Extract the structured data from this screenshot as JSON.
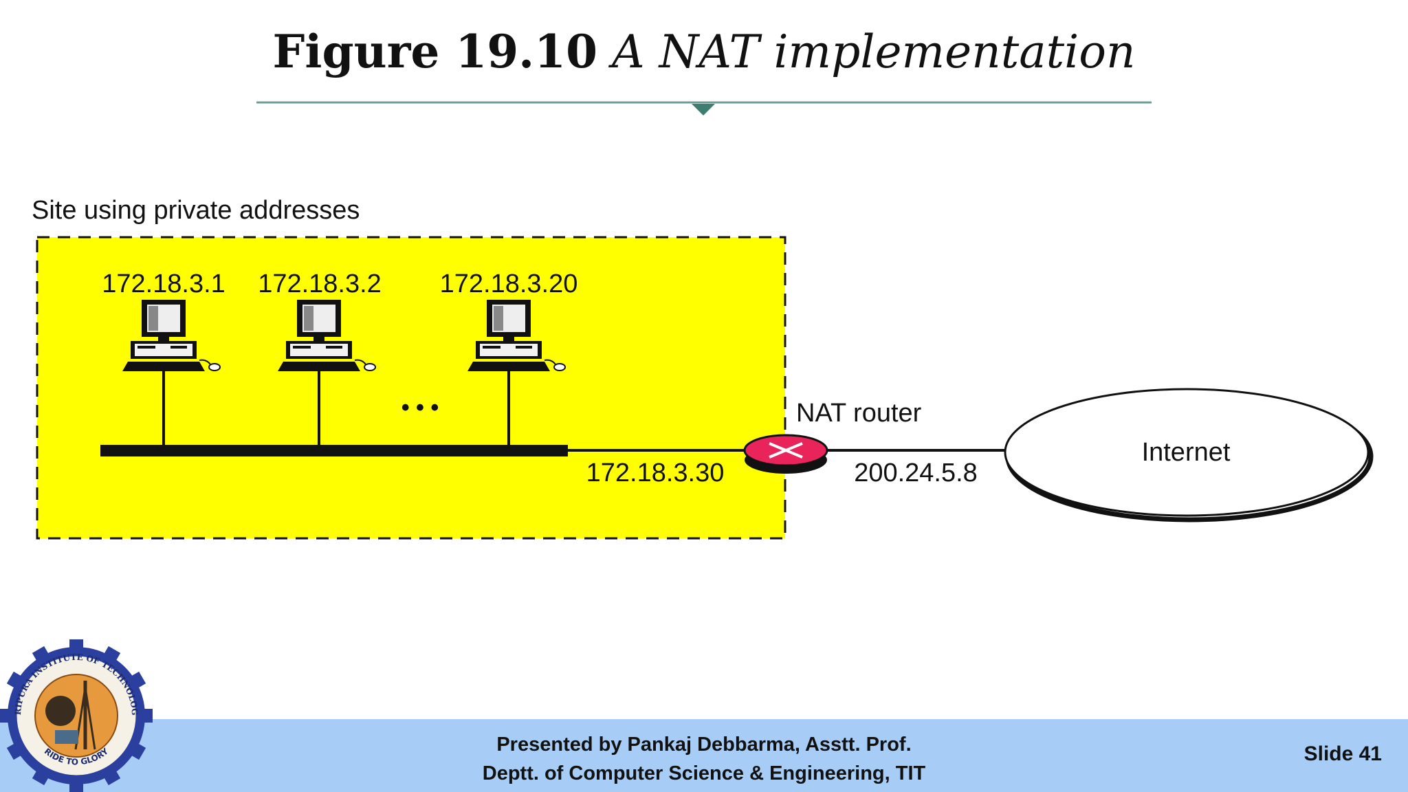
{
  "title": {
    "number": "Figure 19.10",
    "caption": "A NAT implementation"
  },
  "diagram": {
    "site_label": "Site using private addresses",
    "hosts": [
      {
        "address": "172.18.3.1"
      },
      {
        "address": "172.18.3.2"
      },
      {
        "address": "172.18.3.20"
      }
    ],
    "ellipsis": "• • •",
    "router_label": "NAT router",
    "router_private_address": "172.18.3.30",
    "router_public_address": "200.24.5.8",
    "cloud_label": "Internet",
    "site_fill_color": "#ffff00",
    "router_color": "#e8245a"
  },
  "footer": {
    "line1": "Presented by Pankaj Debbarma, Asstt. Prof.",
    "line2": "Deptt. of Computer Science & Engineering, TIT",
    "slide": "Slide 41",
    "background_color": "#a7cdf6"
  },
  "logo": {
    "top_text": "TRIPURA INSTITUTE OF TECHNOLOGY",
    "motto": "RIDE TO GLORY"
  }
}
